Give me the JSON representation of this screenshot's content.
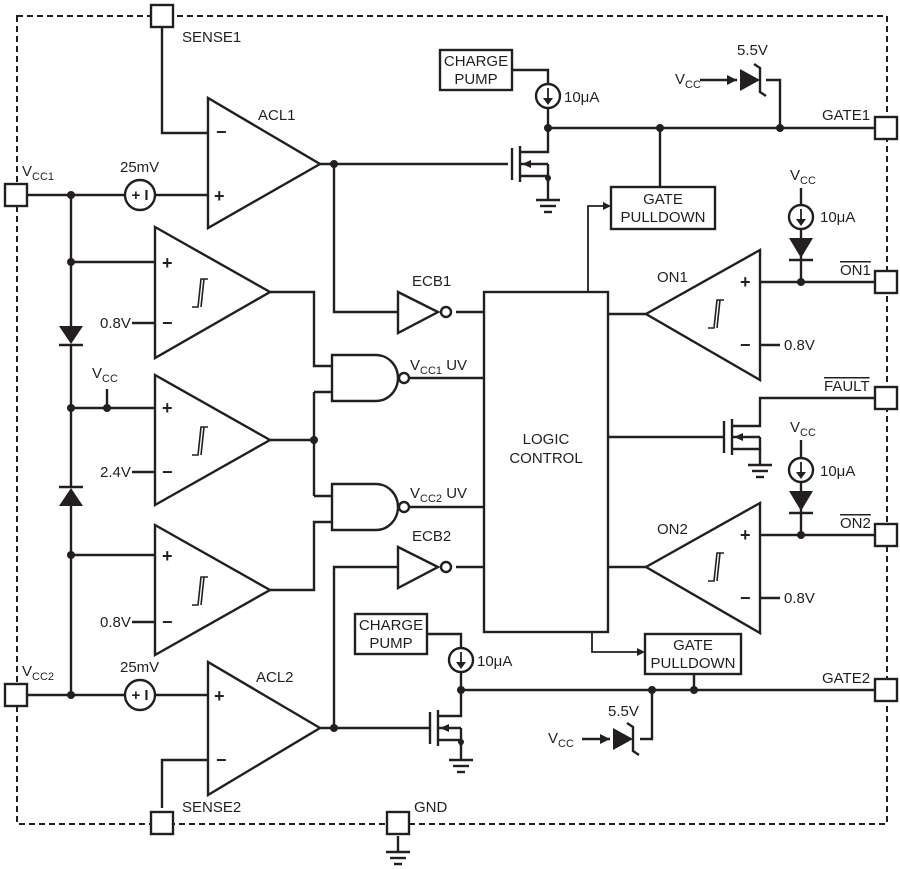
{
  "pins": {
    "sense1": "SENSE1",
    "sense2": "SENSE2",
    "gate1": "GATE1",
    "gate2": "GATE2",
    "on1": "ON1",
    "on2": "ON2",
    "fault": "FAULT",
    "gnd": "GND",
    "vcc1": {
      "main": "V",
      "sub": "CC1"
    },
    "vcc2": {
      "main": "V",
      "sub": "CC2"
    }
  },
  "vcc": {
    "main": "V",
    "sub": "CC"
  },
  "blocks": {
    "acl1": "ACL1",
    "acl2": "ACL2",
    "ecb1": "ECB1",
    "ecb2": "ECB2",
    "on1": "ON1",
    "on2": "ON2",
    "logic": [
      "LOGIC",
      "CONTROL"
    ],
    "charge_pump": [
      "CHARGE",
      "PUMP"
    ],
    "gate_pulldown": [
      "GATE",
      "PULLDOWN"
    ]
  },
  "values": {
    "offset": "25mV",
    "current": "10μA",
    "zener": "5.5V",
    "thr_low": "0.8V",
    "thr_vcc": "2.4V",
    "thr_on": "0.8V"
  },
  "nand": {
    "uv1": {
      "main": "V",
      "sub": "CC1",
      "suffix": " UV"
    },
    "uv2": {
      "main": "V",
      "sub": "CC2",
      "suffix": " UV"
    }
  },
  "symbols": {
    "plus": "+",
    "minus": "−",
    "offset_src": "+ I"
  }
}
